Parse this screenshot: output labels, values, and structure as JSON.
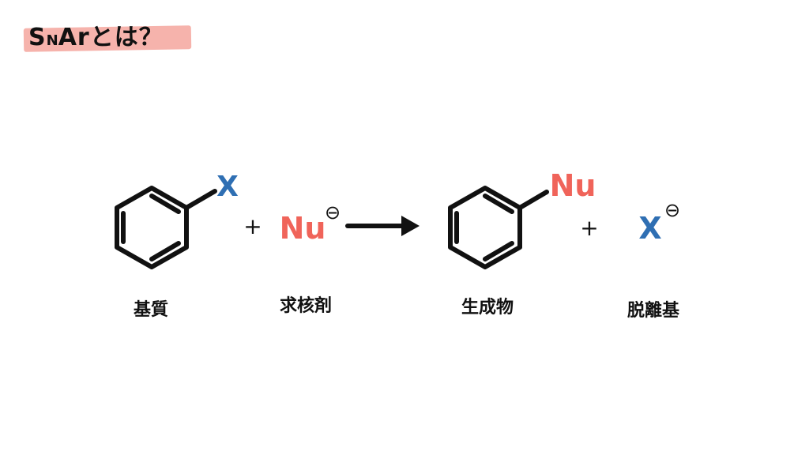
{
  "title": {
    "prefix": "S",
    "subscript": "N",
    "suffix": "Arとは？",
    "highlight_color": "#f6b3ac"
  },
  "reaction": {
    "substrate_group": "X",
    "nucleophile": "Nu",
    "product_group": "Nu",
    "leaving_group": "X",
    "plus_sign": "+",
    "charge_symbol": "⊖",
    "labels": {
      "substrate": "基質",
      "nucleophile": "求核剤",
      "product": "生成物",
      "leaving_group": "脱離基"
    }
  },
  "colors": {
    "x_color": "#2f6fb3",
    "nu_color": "#f0645a",
    "bond_color": "#111111"
  }
}
